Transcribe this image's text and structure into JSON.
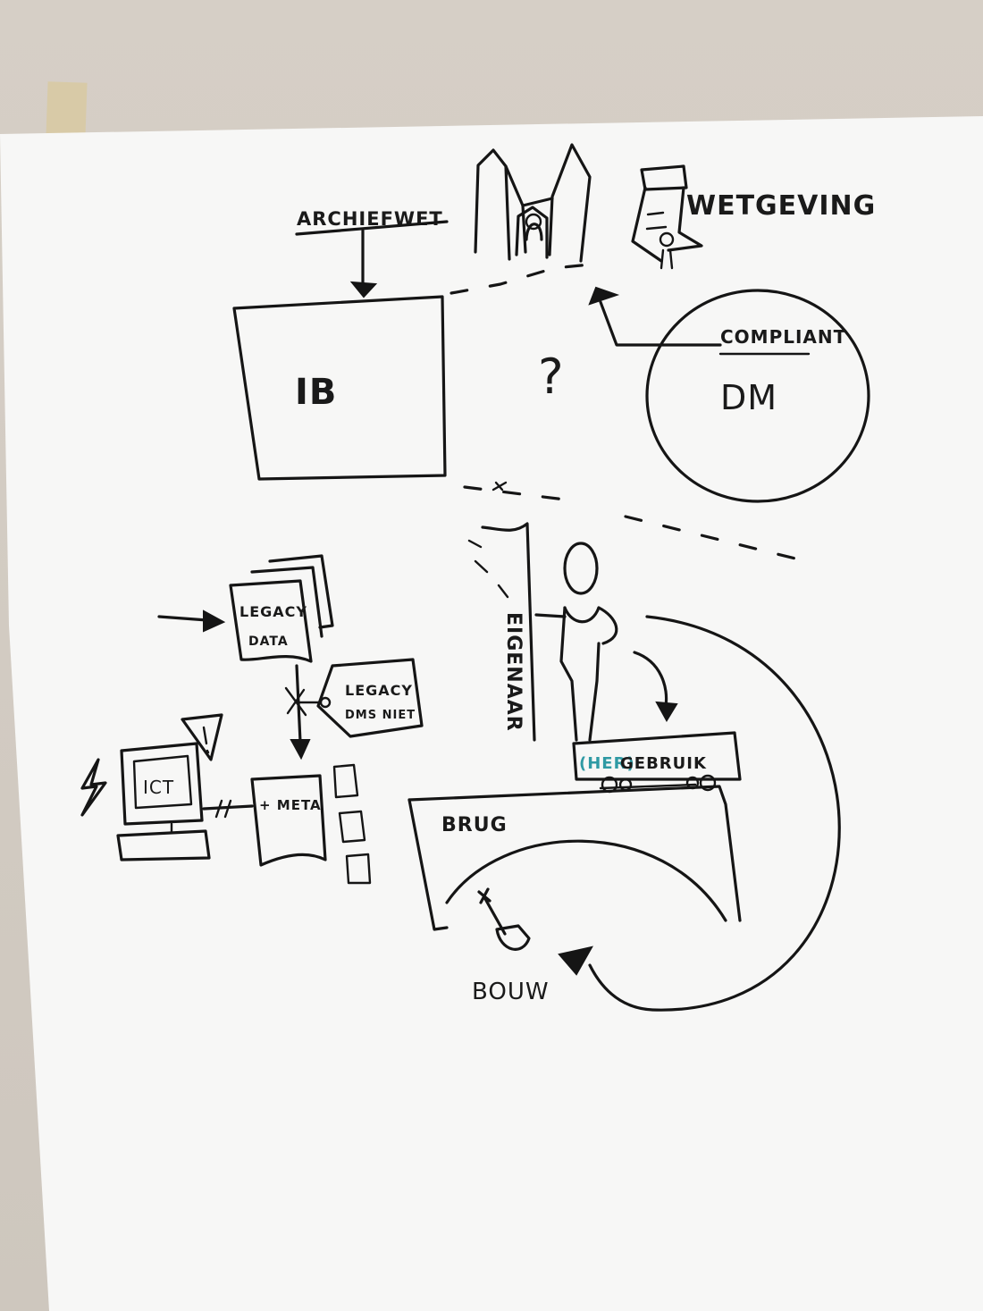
{
  "labels": {
    "archiefwet": "ARCHIEFWET",
    "wetgeving": "WETGEVING",
    "ib": "IB",
    "question": "?",
    "compliant": "COMPLIANT",
    "dm": "DM",
    "legacy_data_line1": "LEGACY",
    "legacy_data_line2": "DATA",
    "legacy_dms_line1": "LEGACY",
    "legacy_dms_line2": "DMS NIET",
    "ict": "ICT",
    "meta": "+ META",
    "eigenaar": "EIGENAAR",
    "her": "(HER)",
    "gebruik": "GEBRUIK",
    "brug": "BRUG",
    "bouw": "BOUW"
  },
  "colors": {
    "ink": "#151515",
    "teal_marker": "#2f9aa4",
    "paper": "#ffffff"
  },
  "icons": {
    "building": "parliament-towers-icon",
    "law_scroll": "law-scroll-icon",
    "person": "person-icon",
    "warning": "warning-triangle-icon",
    "lightning": "lightning-icon",
    "computer": "computer-icon",
    "shovel": "shovel-icon"
  }
}
